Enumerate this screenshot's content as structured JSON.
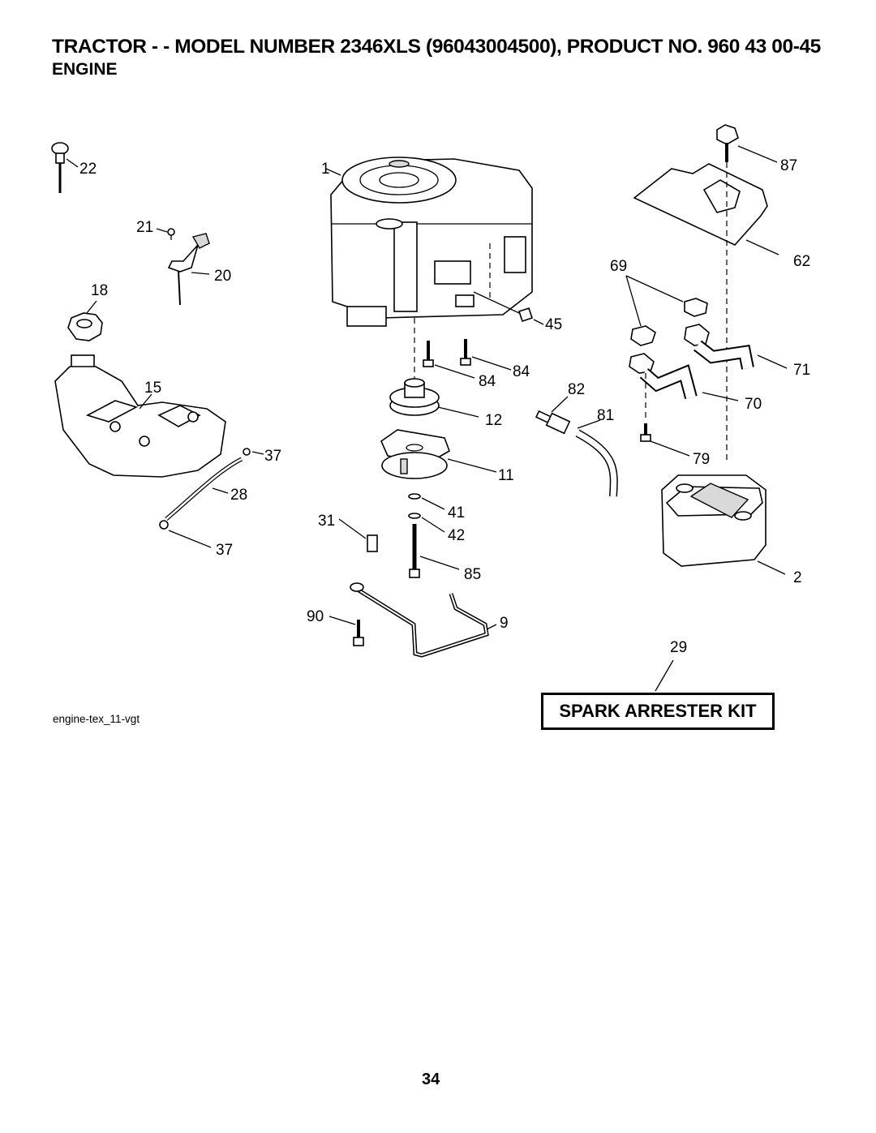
{
  "header": {
    "title": "TRACTOR - - MODEL NUMBER 2346XLS (96043004500), PRODUCT NO. 960 43 00-45",
    "subtitle": "ENGINE"
  },
  "callouts": {
    "c1": "1",
    "c2": "2",
    "c9": "9",
    "c11": "11",
    "c12": "12",
    "c15": "15",
    "c18": "18",
    "c20": "20",
    "c21": "21",
    "c22": "22",
    "c28": "28",
    "c29": "29",
    "c31": "31",
    "c37a": "37",
    "c37b": "37",
    "c41": "41",
    "c42": "42",
    "c45": "45",
    "c62": "62",
    "c69": "69",
    "c70": "70",
    "c71": "71",
    "c79": "79",
    "c81": "81",
    "c82": "82",
    "c84a": "84",
    "c84b": "84",
    "c85": "85",
    "c87": "87",
    "c90": "90"
  },
  "footer": {
    "diagram_ref": "engine-tex_11-vgt",
    "kit_label": "SPARK ARRESTER KIT",
    "page_number": "34"
  }
}
